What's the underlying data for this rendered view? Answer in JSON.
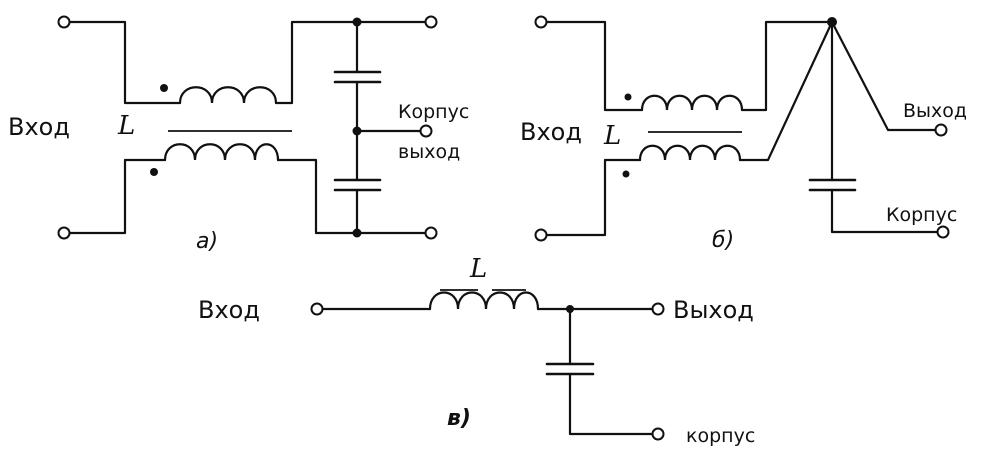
{
  "diagram_a": {
    "label_input": "Вход",
    "label_inductor": "L",
    "label_case": "Корпус",
    "label_output": "выход",
    "caption": "а)"
  },
  "diagram_b": {
    "label_input": "Вход",
    "label_inductor": "L",
    "label_output": "Выход",
    "label_case": "Корпус",
    "caption": "б)"
  },
  "diagram_c": {
    "label_input": "Вход",
    "label_inductor": "L",
    "label_output": "Выход",
    "label_case": "корпус",
    "caption": "в)"
  }
}
